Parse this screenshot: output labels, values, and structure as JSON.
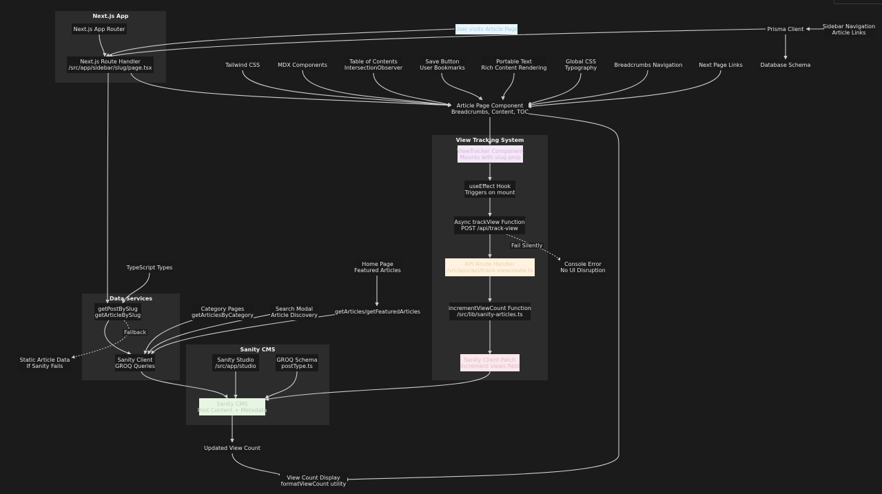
{
  "clusters": {
    "nextjs": "Next.js App",
    "tracking": "View Tracking System",
    "data_services": "Data Services",
    "sanity": "Sanity CMS"
  },
  "nodes": {
    "app_router": "Next.js App Router",
    "route_handler": "Next.js Route Handler\n/src/app/sidebar/slug/page.tsx",
    "user_visits": "User visits Article Page",
    "prisma": "Prisma Client",
    "sidebar_nav": "Sidebar Navigation\nArticle Links",
    "db_schema": "Database Schema",
    "tailwind": "Tailwind CSS",
    "mdx": "MDX Components",
    "toc": "Table of Contents\nIntersectionObserver",
    "save_button": "Save Button\nUser Bookmarks",
    "portable_text": "Portable Text\nRich Content Rendering",
    "global_css": "Global CSS\nTypography",
    "breadcrumbs": "Breadcrumbs Navigation",
    "next_links": "Next Page Links",
    "article_page": "Article Page Component\nBreadcrumbs, Content, TOC",
    "view_tracker": "ViewTracker Component\nMounts with slug prop",
    "use_effect": "useEffect Hook\nTriggers on mount",
    "track_view": "Async trackView Function\nPOST /api/track-view",
    "api_route": "API Route Handler\n/src/app/api/track-view/route.ts",
    "console_error": "Console Error\nNo UI Disruption",
    "increment": "incrementViewCount Function\n/src/lib/sanity-articles.ts",
    "sanity_patch": "Sanity Client Patch\nIncrement views field",
    "ts_types": "TypeScript Types",
    "home_page": "Home Page\nFeatured Articles",
    "get_post": "getPostBySlug\ngetArticleBySlug",
    "category_pages": "Category Pages\ngetArticlesByCategory",
    "search_modal": "Search Modal\nArticle Discovery",
    "get_articles": "getArticles/getFeaturedArticles",
    "static_data": "Static Article Data\nIf Sanity Fails",
    "sanity_client": "Sanity Client\nGROQ Queries",
    "studio": "Sanity Studio\n/src/app/studio",
    "groq_schema": "GROQ Schema\npostType.ts",
    "sanity_cms": "Sanity CMS\nPost Content + Metadata",
    "updated_count": "Updated View Count",
    "view_display": "View Count Display\nformatViewCount utility"
  },
  "edge_labels": {
    "fail_silently": "Fail Silently",
    "fallback": "Fallback"
  },
  "colors": {
    "background": "#1b1b1b",
    "cluster": "#2c2c2c",
    "node": "#191919",
    "edge": "#cfcfcf"
  }
}
